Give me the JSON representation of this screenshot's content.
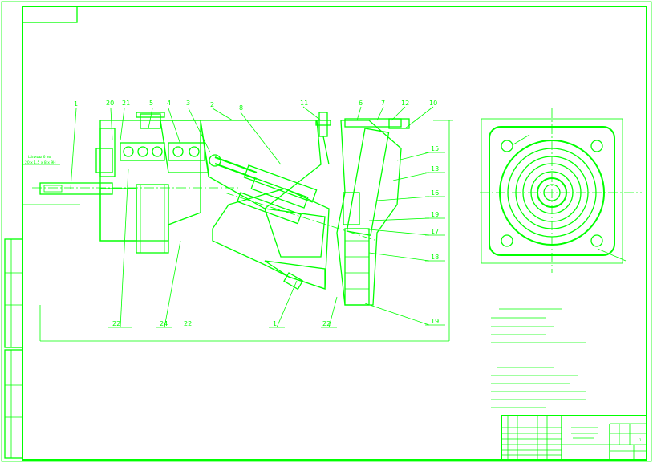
{
  "drawing": {
    "stroke_color": "#00ff00",
    "background": "#ffffff",
    "callouts": [
      "1",
      "20",
      "21",
      "5",
      "4",
      "3",
      "2",
      "8",
      "11",
      "6",
      "7",
      "12",
      "10",
      "15",
      "13",
      "16",
      "19",
      "17",
      "18",
      "22",
      "24",
      "22",
      "1",
      "22",
      "19"
    ],
    "dimension_note": [
      "Шлицы 6 эв",
      "20 х 1,5 х 8 х 9Н"
    ],
    "notes_group_1": [
      "",
      "",
      "",
      "",
      ""
    ],
    "notes_group_2": [
      "",
      "",
      "",
      "",
      ""
    ],
    "title_block": {
      "sheet": "1"
    }
  }
}
